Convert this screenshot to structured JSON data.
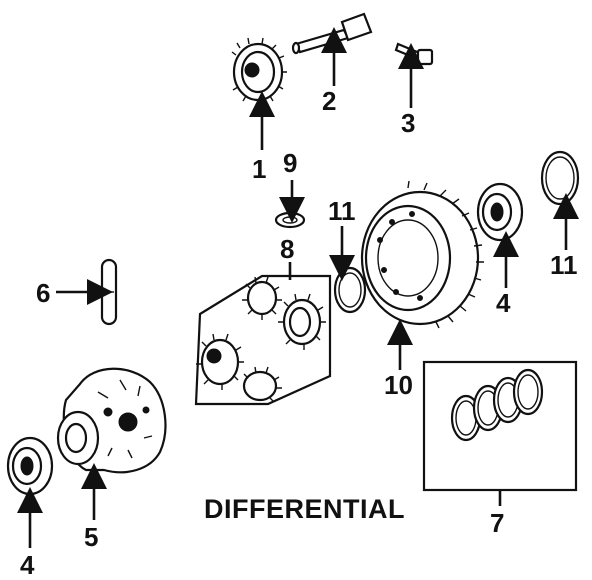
{
  "diagram": {
    "title": "DIFFERENTIAL",
    "callouts": {
      "c1": "1",
      "c2": "2",
      "c3": "3",
      "c4a": "4",
      "c4b": "4",
      "c5": "5",
      "c6": "6",
      "c7": "7",
      "c8": "8",
      "c9": "9",
      "c10": "10",
      "c11a": "11",
      "c11b": "11"
    }
  }
}
